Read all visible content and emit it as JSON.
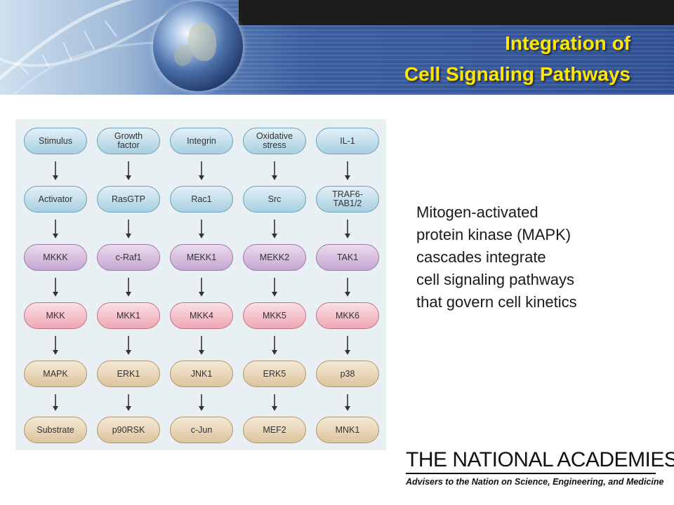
{
  "header": {
    "title_line1": "Integration of",
    "title_line2": "Cell Signaling Pathways",
    "title_color": "#ffe600"
  },
  "diagram": {
    "columns": [
      {
        "nodes": [
          "Stimulus",
          "Activator",
          "MKKK",
          "MKK",
          "MAPK",
          "Substrate"
        ]
      },
      {
        "nodes": [
          "Growth\nfactor",
          "RasGTP",
          "c-Raf1",
          "MKK1",
          "ERK1",
          "p90RSK"
        ]
      },
      {
        "nodes": [
          "Integrin",
          "Rac1",
          "MEKK1",
          "MKK4",
          "JNK1",
          "c-Jun"
        ]
      },
      {
        "nodes": [
          "Oxidative\nstress",
          "Src",
          "MEKK2",
          "MKK5",
          "ERK5",
          "MEF2"
        ]
      },
      {
        "nodes": [
          "IL-1",
          "TRAF6-\nTAB1/2",
          "TAK1",
          "MKK6",
          "p38",
          "MNK1"
        ]
      }
    ],
    "row_colors": [
      "#a8cfe1",
      "#a8cfe1",
      "#c7a6d3",
      "#eda7b5",
      "#dcc49c",
      "#dcc49c"
    ]
  },
  "description": {
    "lines": [
      "Mitogen-activated",
      "protein kinase (MAPK)",
      "cascades integrate",
      "cell signaling pathways",
      "that govern cell kinetics"
    ]
  },
  "logo": {
    "name": "THE NATIONAL ACADEMIES",
    "tagline": "Advisers to the Nation on Science, Engineering, and Medicine"
  }
}
